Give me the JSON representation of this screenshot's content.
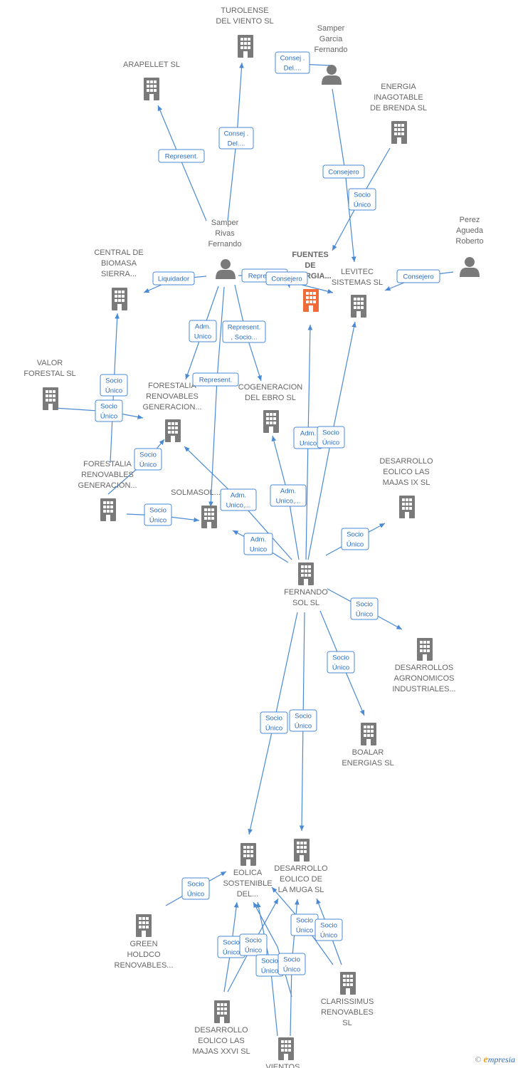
{
  "colors": {
    "edge": "#4a8ad4",
    "node_company": "#7a7a7a",
    "node_focus": "#ef6b3a",
    "node_person": "#7a7a7a",
    "label_text": "#666666",
    "edge_label_text": "#2a6cc0"
  },
  "nodes": [
    {
      "id": "turolense",
      "type": "company",
      "label": [
        "TUROLENSE",
        "DEL VIENTO SL"
      ],
      "icon": "building-icon"
    },
    {
      "id": "samper_garcia",
      "type": "person",
      "label": [
        "Samper",
        "Garcia",
        "Fernando"
      ],
      "icon": "person-icon"
    },
    {
      "id": "arapellet",
      "type": "company",
      "label": [
        "ARAPELLET  SL"
      ],
      "icon": "building-icon"
    },
    {
      "id": "energia_inagotable",
      "type": "company",
      "label": [
        "ENERGIA",
        "INAGOTABLE",
        "DE BRENDA  SL"
      ],
      "icon": "building-icon"
    },
    {
      "id": "samper_rivas",
      "type": "person",
      "label": [
        "Samper",
        "Rivas",
        "Fernando"
      ],
      "icon": "person-icon"
    },
    {
      "id": "perez_agueda",
      "type": "person",
      "label": [
        "Perez",
        "Agueda",
        "Roberto"
      ],
      "icon": "person-icon"
    },
    {
      "id": "central_biomasa",
      "type": "company",
      "label": [
        "CENTRAL DE",
        "BIOMASA",
        "SIERRA..."
      ],
      "icon": "building-icon"
    },
    {
      "id": "fuentes",
      "type": "focus",
      "label": [
        "FUENTES",
        "DE",
        "ENERGIA..."
      ],
      "icon": "building-icon"
    },
    {
      "id": "levitec",
      "type": "company",
      "label": [
        "LEVITEC",
        "SISTEMAS  SL"
      ],
      "icon": "building-icon"
    },
    {
      "id": "valor_forestal",
      "type": "company",
      "label": [
        "VALOR",
        "FORESTAL SL"
      ],
      "icon": "building-icon"
    },
    {
      "id": "forestalia_a",
      "type": "company",
      "label": [
        "FORESTALIA",
        "RENOVABLES",
        "GENERACION..."
      ],
      "icon": "building-icon"
    },
    {
      "id": "cogeneracion",
      "type": "company",
      "label": [
        "COGENERACION",
        "DEL EBRO  SL"
      ],
      "icon": "building-icon"
    },
    {
      "id": "desarrollo_ix",
      "type": "company",
      "label": [
        "DESARROLLO",
        "EOLICO LAS",
        "MAJAS IX  SL"
      ],
      "icon": "building-icon"
    },
    {
      "id": "forestalia_b",
      "type": "company",
      "label": [
        "FORESTALIA",
        "RENOVABLES",
        "GENERACION..."
      ],
      "icon": "building-icon"
    },
    {
      "id": "solmasol",
      "type": "company",
      "label": [
        "SOLMASOL..."
      ],
      "icon": "building-icon"
    },
    {
      "id": "fernando_sol",
      "type": "company",
      "label": [
        "FERNANDO",
        "SOL SL"
      ],
      "icon": "building-icon"
    },
    {
      "id": "desarrollos_agro",
      "type": "company",
      "label": [
        "DESARROLLOS",
        "AGRONOMICOS",
        "INDUSTRIALES..."
      ],
      "icon": "building-icon"
    },
    {
      "id": "boalar",
      "type": "company",
      "label": [
        "BOALAR",
        "ENERGIAS  SL"
      ],
      "icon": "building-icon"
    },
    {
      "id": "eolica_sostenible",
      "type": "company",
      "label": [
        "EOLICA",
        "SOSTENIBLE",
        "DEL..."
      ],
      "icon": "building-icon"
    },
    {
      "id": "desarrollo_muga",
      "type": "company",
      "label": [
        "DESARROLLO",
        "EOLICO DE",
        "LA MUGA SL"
      ],
      "icon": "building-icon"
    },
    {
      "id": "green_holdco",
      "type": "company",
      "label": [
        "GREEN",
        "HOLDCO",
        "RENOVABLES..."
      ],
      "icon": "building-icon"
    },
    {
      "id": "clarissimus",
      "type": "company",
      "label": [
        "CLARISSIMUS",
        "RENOVABLES",
        "SL"
      ],
      "icon": "building-icon"
    },
    {
      "id": "desarrollo_xxvi",
      "type": "company",
      "label": [
        "DESARROLLO",
        "EOLICO LAS",
        "MAJAS XXVI  SL"
      ],
      "icon": "building-icon"
    },
    {
      "id": "bottom_partial",
      "type": "company",
      "label": [
        "VIENTOS..."
      ],
      "icon": "building-icon"
    }
  ],
  "edges": [
    {
      "label": [
        "Consej .",
        "Del...."
      ]
    },
    {
      "label": [
        "Consej .",
        "Del...."
      ]
    },
    {
      "label": [
        "Represent."
      ]
    },
    {
      "label": [
        "Consejero"
      ]
    },
    {
      "label": [
        "Socio",
        "Único"
      ]
    },
    {
      "label": [
        "Liquidador"
      ]
    },
    {
      "label": [
        "Represent."
      ]
    },
    {
      "label": [
        "Consejero"
      ]
    },
    {
      "label": [
        "Consejero"
      ]
    },
    {
      "label": [
        "Adm.",
        "Unico"
      ]
    },
    {
      "label": [
        "Represent.",
        ", Socio..."
      ]
    },
    {
      "label": [
        "Represent."
      ]
    },
    {
      "label": [
        "Socio",
        "Único"
      ]
    },
    {
      "label": [
        "Socio",
        "Único"
      ]
    },
    {
      "label": [
        "Socio",
        "Único"
      ]
    },
    {
      "label": [
        "Socio",
        "Único"
      ]
    },
    {
      "label": [
        "Adm.",
        "Unico"
      ]
    },
    {
      "label": [
        "Socio",
        "Único"
      ]
    },
    {
      "label": [
        "Adm.",
        "Unico,..."
      ]
    },
    {
      "label": [
        "Adm.",
        "Unico,..."
      ]
    },
    {
      "label": [
        "Adm.",
        "Unico"
      ]
    },
    {
      "label": [
        "Socio",
        "Único"
      ]
    },
    {
      "label": [
        "Socio",
        "Único"
      ]
    },
    {
      "label": [
        "Socio",
        "Único"
      ]
    },
    {
      "label": [
        "Socio",
        "Único"
      ]
    },
    {
      "label": [
        "Socio",
        "Único"
      ]
    },
    {
      "label": [
        "Socio",
        "Único"
      ]
    },
    {
      "label": [
        "Socio",
        "Único"
      ]
    },
    {
      "label": [
        "Socio",
        "Único"
      ]
    },
    {
      "label": [
        "Socio",
        "Único"
      ]
    },
    {
      "label": [
        "Socio",
        "Único"
      ]
    },
    {
      "label": [
        "Socio",
        "Único"
      ]
    },
    {
      "label": [
        "Socio",
        "Único"
      ]
    },
    {
      "label": [
        "Socio",
        "Único"
      ]
    }
  ],
  "watermark": {
    "copyright": "©",
    "brand_initial": "e",
    "brand_rest": "mpresia"
  }
}
